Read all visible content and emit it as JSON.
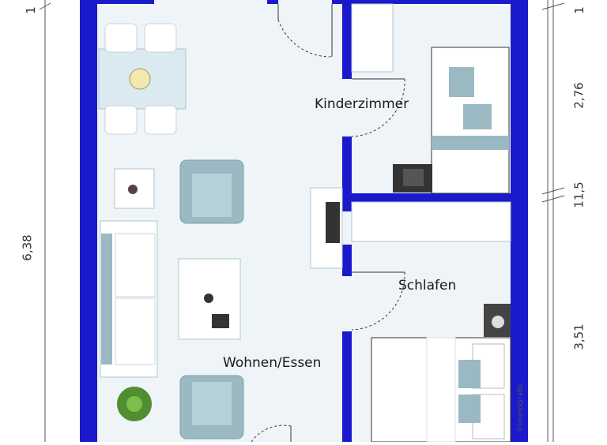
{
  "plan": {
    "rooms": {
      "living": "Wohnen/Essen",
      "kids": "Kinderzimmer",
      "sleep": "Schlafen"
    },
    "dimensions": {
      "left_total": "6,38",
      "right_top_partial": "1",
      "left_top_partial": "1",
      "right_kids": "2,76",
      "right_wall": "11,5",
      "right_sleep": "3,51"
    },
    "watermark": "©immoGrafik"
  },
  "colors": {
    "wall": "#1a1acc",
    "floor": "#eef4f8",
    "furniture_blue": "#9ab9c3",
    "furniture_white": "#ffffff",
    "line": "#333333"
  }
}
